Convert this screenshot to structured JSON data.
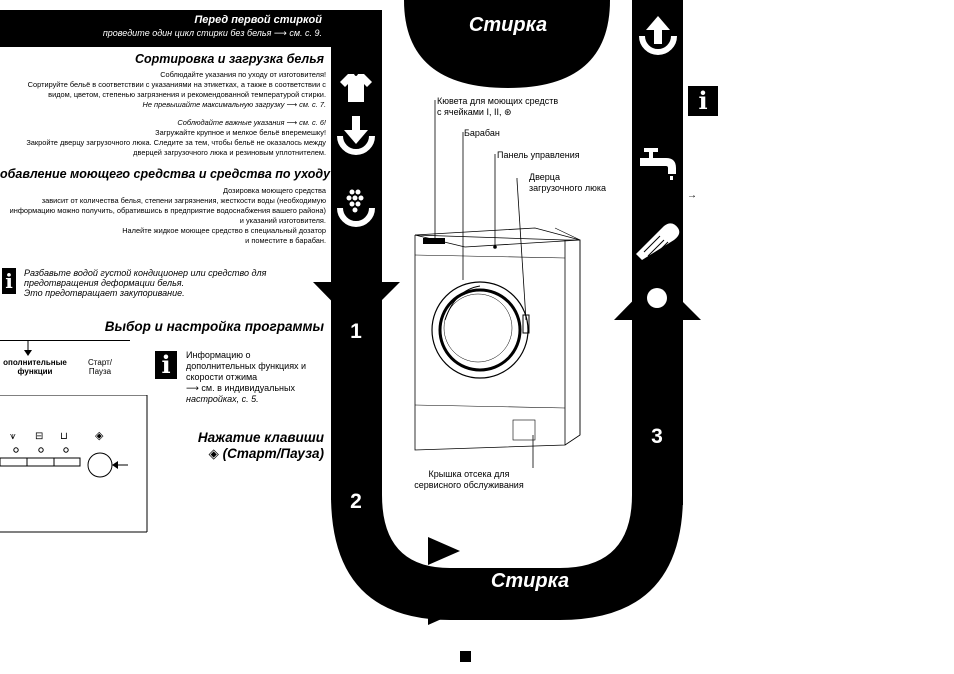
{
  "header": {
    "line1": "Перед первой стиркой",
    "line2": "проведите один цикл стирки без белья ⟶ см. с. 9."
  },
  "section_sort": {
    "title": "Сортировка и загрузка белья",
    "lines": [
      "Соблюдайте указания по уходу от изготовителя!",
      "Сортируйте бельё в соответствии с указаниями на этикетках, а также в соответствии с",
      "видом, цветом, степенью загрязнения и рекомендованной температурой стирки.",
      "Не превышайте максимальную загрузку ⟶ см. с. 7.",
      "",
      "Соблюдайте важные указания ⟶ см. с. 6!",
      "Загружайте крупное и мелкое бельё вперемешку!",
      "Закройте дверцу загрузочного люка. Следите за тем, чтобы бельё не оказалось между",
      "дверцей загрузочного люка и резиновым уплотнителем."
    ]
  },
  "section_detergent": {
    "title": "обавление моющего средства и средства по уходу",
    "lines": [
      "Дозировка моющего средства",
      "зависит от количества белья, степени загрязнения, жесткости воды (необходимую",
      "информацию можно получить, обратившись в предприятие водоснабжения вашего района)",
      "и указаний изготовителя.",
      "Налейте жидкое моющее средство в специальный дозатор",
      "и поместите в барабан."
    ]
  },
  "note_conditioner": {
    "lines": [
      "Разбавьте водой густой кондиционер или средство для",
      "предотвращения деформации белья.",
      "Это предотвращает закупоривание."
    ]
  },
  "section_program": {
    "title": "Выбор и настройка программы",
    "panel_label_extra": [
      "ополнительные",
      "функции"
    ],
    "panel_label_start": [
      "Старт/",
      "Пауза"
    ],
    "info_lines": [
      "Информацию о",
      "дополнительных функциях и",
      "скорости отжима",
      "⟶ см. в индивидуальных",
      "настройках, с. 5."
    ]
  },
  "section_press": {
    "title1": "Нажатие клавиши",
    "title2": "(Старт/Пауза)"
  },
  "flow": {
    "top_title": "Стирка",
    "bottom_title": "Стирка",
    "step1": "1",
    "step2": "2",
    "step3": "3"
  },
  "machine_labels": {
    "dispenser": [
      "Кювета для моющих средств",
      "с ячейками I, II, ⊛"
    ],
    "drum": "Барабан",
    "control_panel": "Панель управления",
    "door": [
      "Дверца",
      "загрузочного люка"
    ],
    "service": [
      "Крышка отсека для",
      "сервисного обслуживания"
    ]
  },
  "right_margin": {
    "info_glyph": "i",
    "arrow": "→"
  },
  "icons": {
    "info": "info-icon",
    "shirt": "shirt-icon",
    "load": "load-arrow-icon",
    "detergent": "detergent-icon",
    "unload": "unload-arrow-icon",
    "tap": "water-tap-icon",
    "finger": "finger-press-icon",
    "dot": "end-dot-icon"
  }
}
